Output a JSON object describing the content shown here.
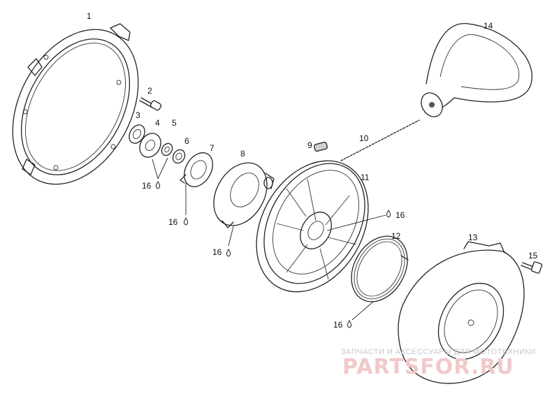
{
  "labels": {
    "p1": "1",
    "p2": "2",
    "p3": "3",
    "p4": "4",
    "p5": "5",
    "p6": "6",
    "p7": "7",
    "p8": "8",
    "p9": "9",
    "p10": "10",
    "p11": "11",
    "p12": "12",
    "p13": "13",
    "p14": "14",
    "p15": "15",
    "lube_a": "16",
    "lube_b": "16",
    "lube_c": "16",
    "lube_d": "16",
    "lube_e": "16"
  },
  "watermark": {
    "tagline": "ЗАПЧАСТИ И АКСЕССУАРЫ ДЛЯ МОТОТЕХНИКИ",
    "brand": "PARTSFOR.RU"
  },
  "icons": {
    "lubricant": "oil-drop-icon"
  }
}
